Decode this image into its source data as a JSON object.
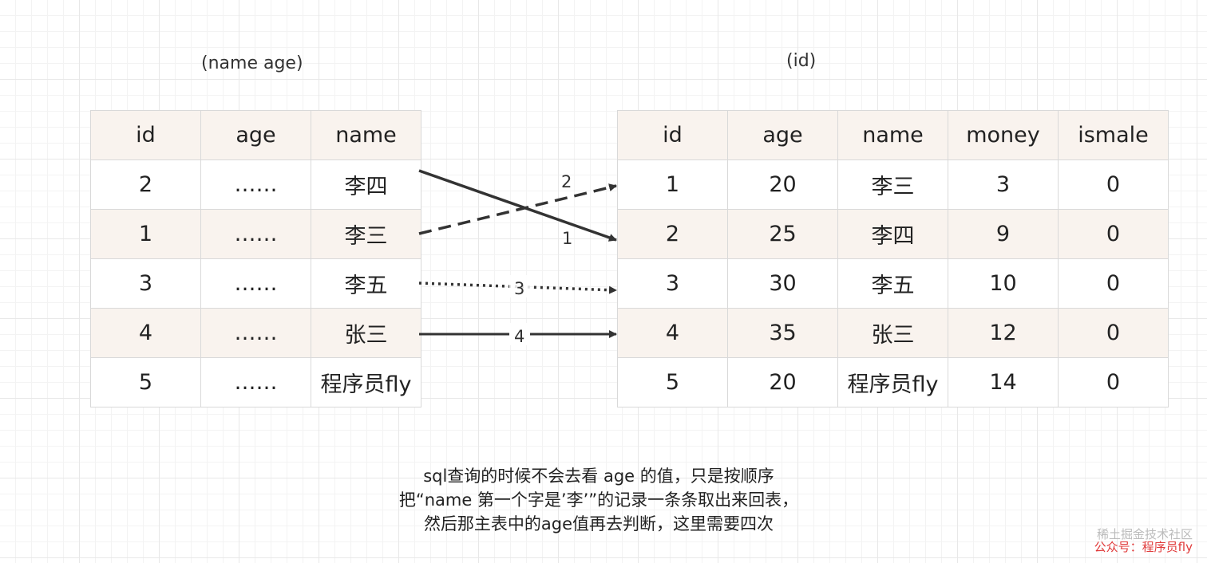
{
  "left_index": {
    "caption": "(name age)",
    "columns": [
      "id",
      "age",
      "name"
    ],
    "rows": [
      [
        "2",
        "……",
        "李四"
      ],
      [
        "1",
        "……",
        "李三"
      ],
      [
        "3",
        "……",
        "李五"
      ],
      [
        "4",
        "……",
        "张三"
      ],
      [
        "5",
        "……",
        "程序员fly"
      ]
    ]
  },
  "main_table": {
    "caption": "(id)",
    "columns": [
      "id",
      "age",
      "name",
      "money",
      "ismale"
    ],
    "rows": [
      [
        "1",
        "20",
        "李三",
        "3",
        "0"
      ],
      [
        "2",
        "25",
        "李四",
        "9",
        "0"
      ],
      [
        "3",
        "30",
        "李五",
        "10",
        "0"
      ],
      [
        "4",
        "35",
        "张三",
        "12",
        "0"
      ],
      [
        "5",
        "20",
        "程序员fly",
        "14",
        "0"
      ]
    ]
  },
  "arrows": [
    {
      "label": "1",
      "from_row": 0,
      "to_row": 1,
      "style": "solid"
    },
    {
      "label": "2",
      "from_row": 1,
      "to_row": 0,
      "style": "dashed"
    },
    {
      "label": "3",
      "from_row": 2,
      "to_row": 2,
      "style": "dotted"
    },
    {
      "label": "4",
      "from_row": 3,
      "to_row": 3,
      "style": "solid"
    }
  ],
  "note": {
    "lines": [
      "sql查询的时候不会去看 age 的值，只是按顺序",
      "把“name 第一个字是’李’”的记录一条条取出来回表，",
      "然后那主表中的age值再去判断，这里需要四次"
    ]
  },
  "watermark": {
    "site": "稀土掘金技术社区",
    "account": "公众号：程序员fly"
  },
  "colors": {
    "header_bg": "#f9f3ee",
    "grid_line": "#e8e8e8",
    "arrow": "#333333",
    "watermark_accent": "#e03a3a"
  }
}
